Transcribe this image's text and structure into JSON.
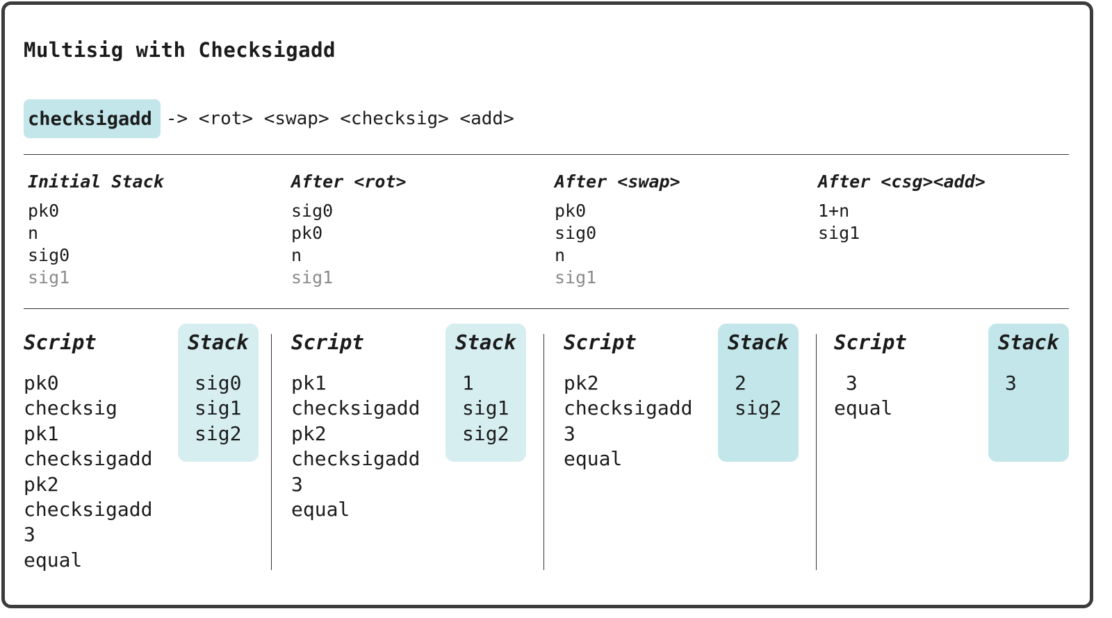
{
  "title": "Multisig with Checksigadd",
  "opcode": {
    "name": "checksigadd",
    "expansion": "-> <rot> <swap> <checksig> <add>"
  },
  "colors": {
    "chip": "#c3e6ea",
    "stack_light": "#d7eef1",
    "stack_dark": "#c3e6ea",
    "border": "#3c3c3c",
    "dim_text": "#8a8a8a"
  },
  "trace": [
    {
      "heading": "Initial Stack",
      "items": [
        "pk0",
        "n",
        "sig0",
        "sig1"
      ],
      "dim_last": true
    },
    {
      "heading": "After <rot>",
      "items": [
        "sig0",
        "pk0",
        "n",
        "sig1"
      ],
      "dim_last": true
    },
    {
      "heading": "After <swap>",
      "items": [
        "pk0",
        "sig0",
        "n",
        "sig1"
      ],
      "dim_last": true
    },
    {
      "heading": "After <csg><add>",
      "items": [
        "1+n",
        "sig1"
      ],
      "dim_last": false
    }
  ],
  "steps": [
    {
      "script_label": "Script",
      "stack_label": "Stack",
      "script": [
        "pk0",
        "checksig",
        "pk1",
        "checksigadd",
        "pk2",
        "checksigadd",
        "3",
        "equal"
      ],
      "stack": [
        "sig0",
        "sig1",
        "sig2"
      ]
    },
    {
      "script_label": "Script",
      "stack_label": "Stack",
      "script": [
        "pk1",
        "checksigadd",
        "pk2",
        "checksigadd",
        "3",
        "equal"
      ],
      "stack": [
        "1",
        "sig1",
        "sig2"
      ]
    },
    {
      "script_label": "Script",
      "stack_label": "Stack",
      "script": [
        "pk2",
        "checksigadd",
        "3",
        "equal"
      ],
      "stack": [
        "2",
        "sig2"
      ]
    },
    {
      "script_label": "Script",
      "stack_label": "Stack",
      "script": [
        " 3",
        "equal"
      ],
      "stack": [
        "3"
      ]
    }
  ]
}
